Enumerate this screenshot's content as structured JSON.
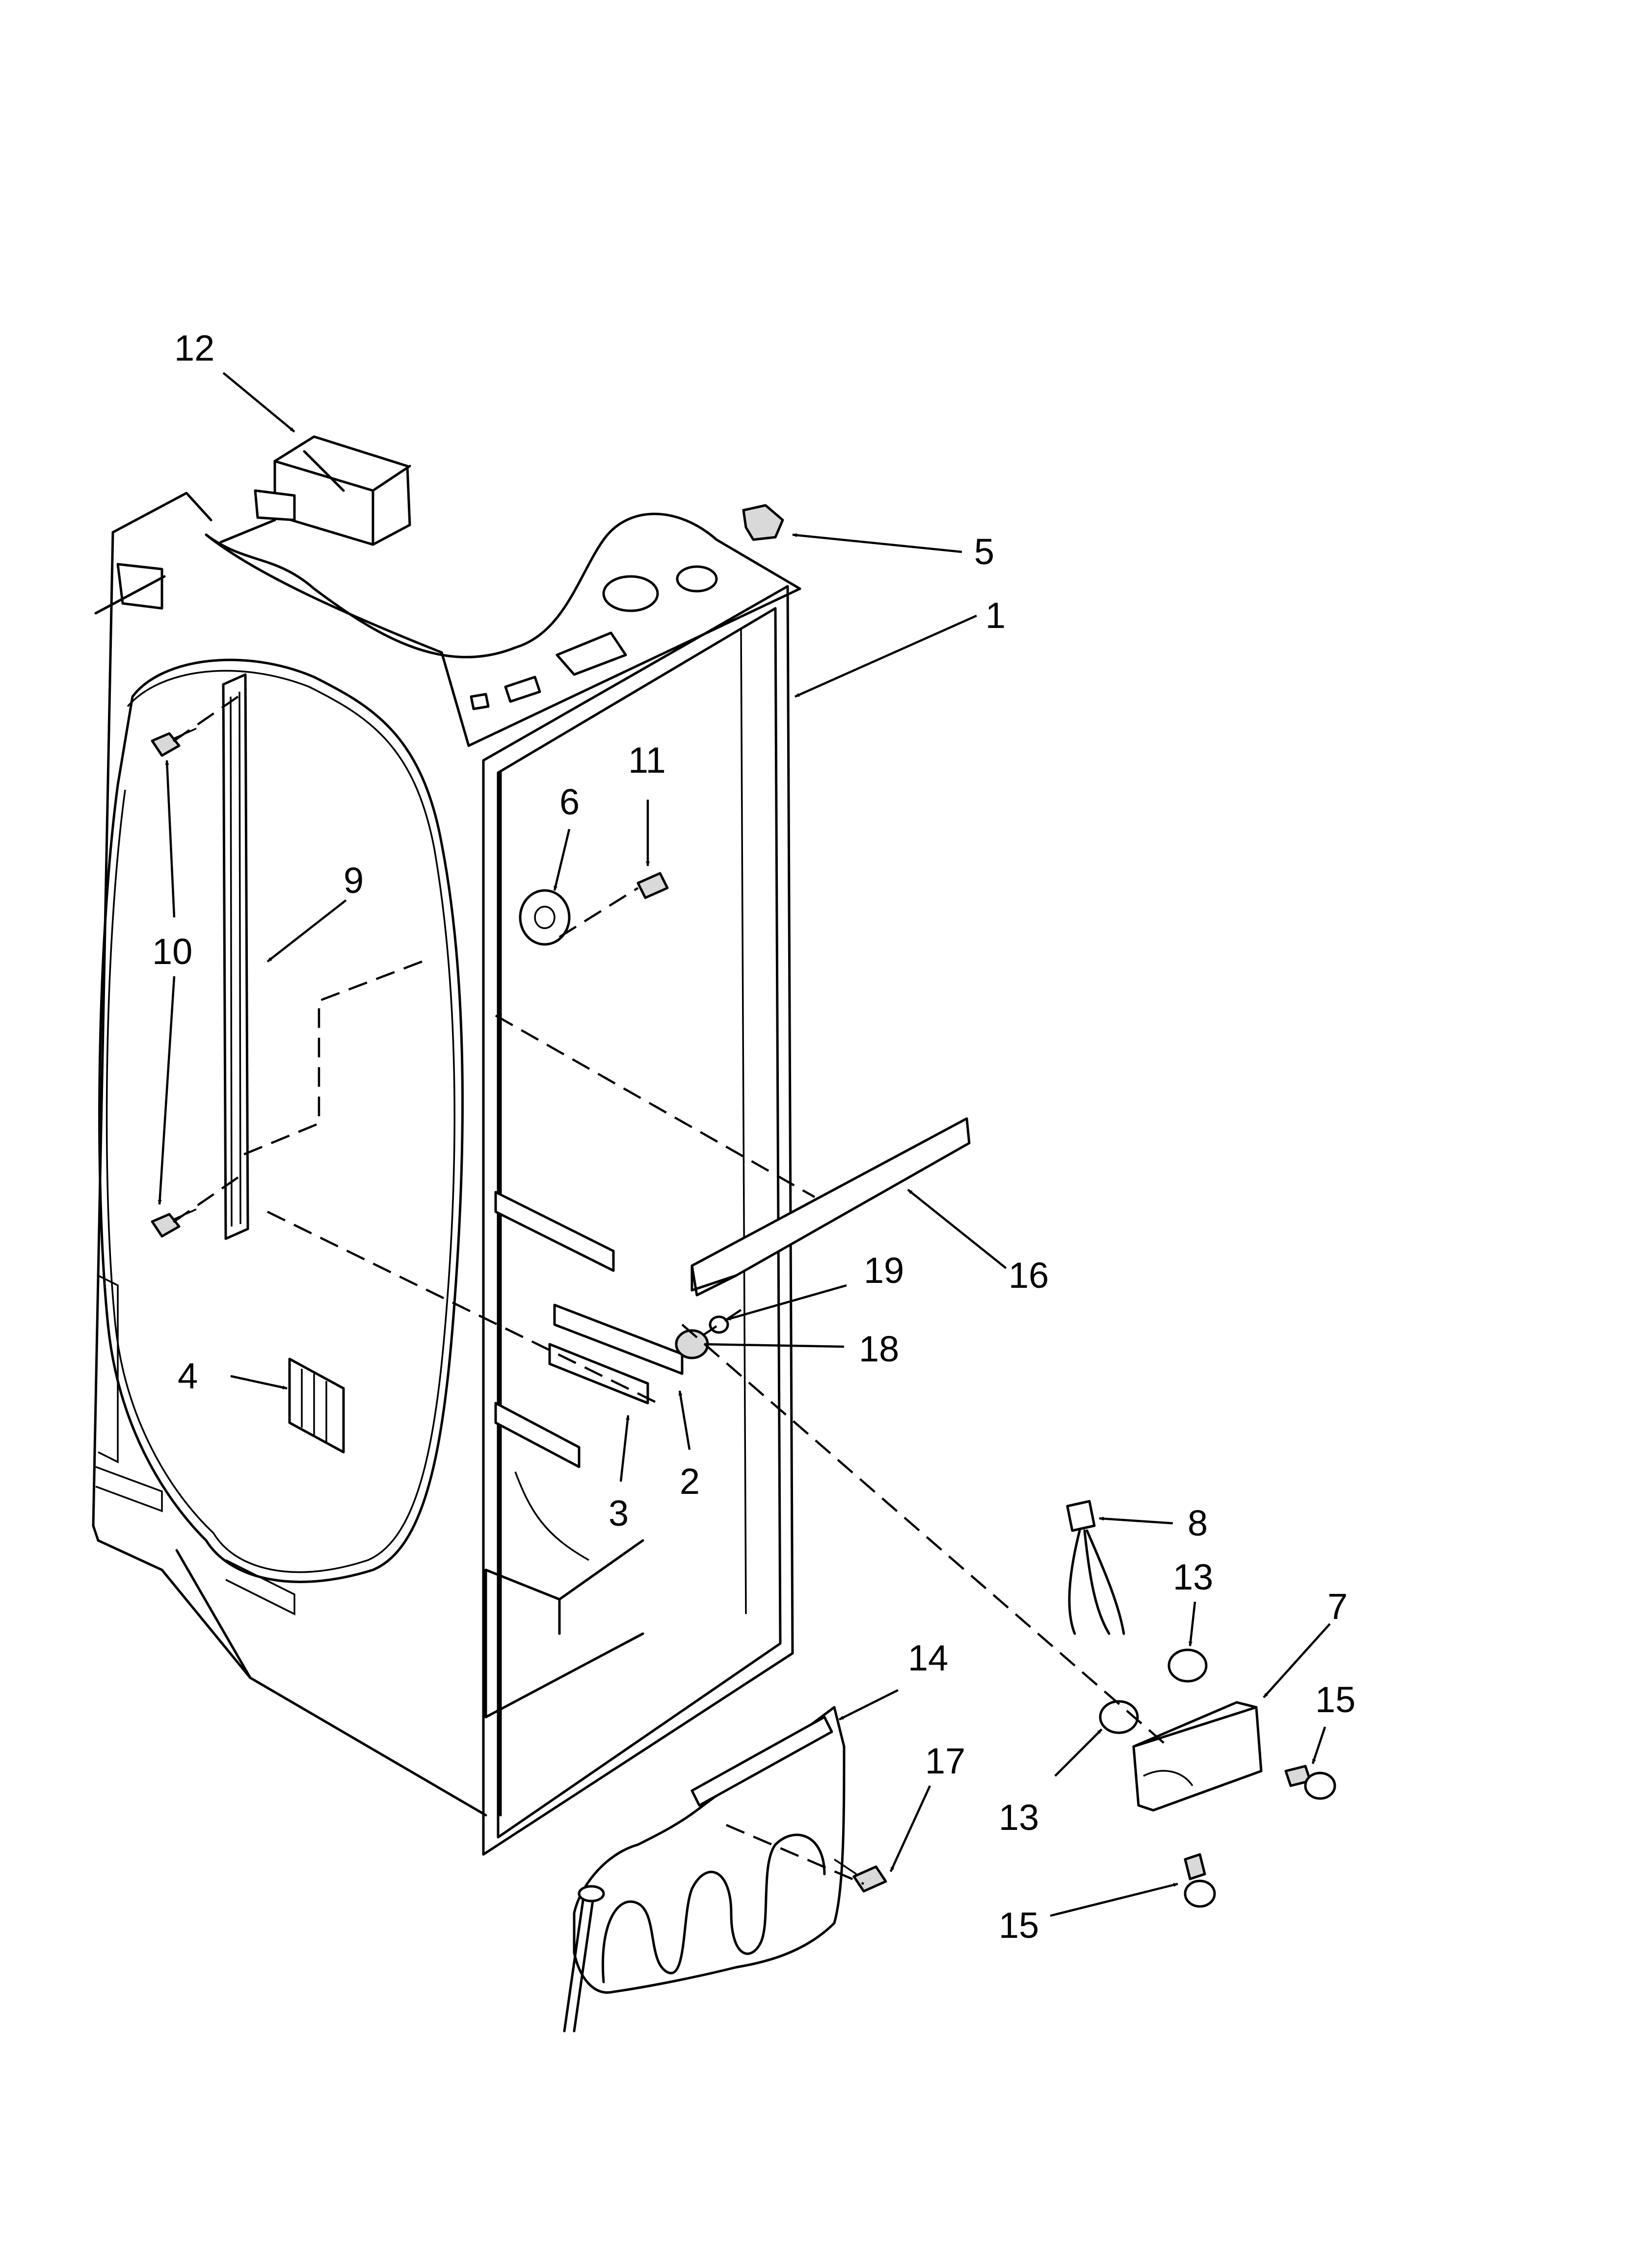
{
  "diagram": {
    "callouts": {
      "c1": "1",
      "c2": "2",
      "c3": "3",
      "c4": "4",
      "c5": "5",
      "c6": "6",
      "c7": "7",
      "c8": "8",
      "c9": "9",
      "c10": "10",
      "c11": "11",
      "c12": "12",
      "c13a": "13",
      "c13b": "13",
      "c14": "14",
      "c15a": "15",
      "c15b": "15",
      "c16": "16",
      "c17": "17",
      "c18": "18",
      "c19": "19"
    }
  }
}
